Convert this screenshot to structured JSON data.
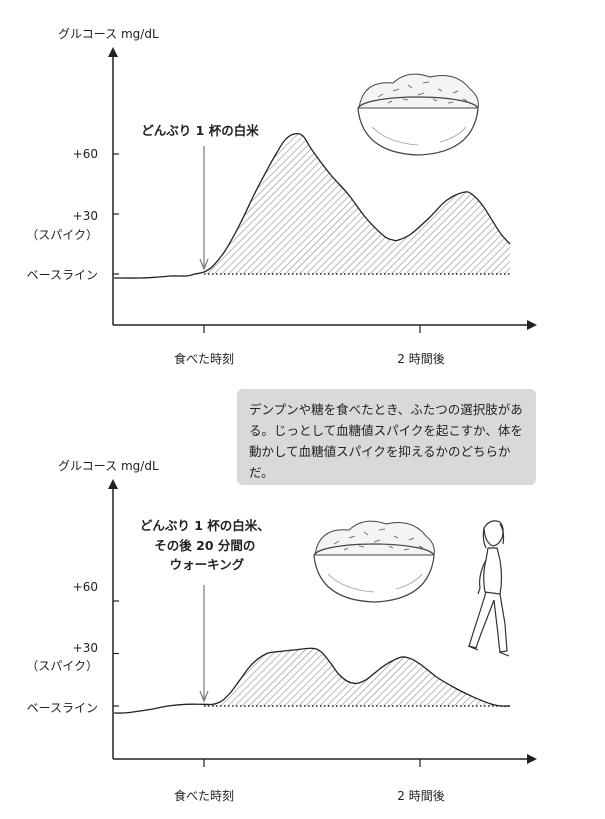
{
  "note": "デンプンや糖を食べたとき、ふたつの選択肢がある。じっとして血糖値スパイクを起こすか、体を動かして血糖値スパイクを抑えるかのどちらかだ。",
  "chart_data": [
    {
      "type": "area",
      "ylabel": "グルコース mg/dL",
      "yticks": [
        {
          "value": 60,
          "label": "+60"
        },
        {
          "value": 30,
          "label": "+30",
          "sublabel": "（スパイク）"
        },
        {
          "value": 0,
          "label": "ベースライン"
        }
      ],
      "ylim": [
        -25,
        100
      ],
      "xticks": [
        {
          "value": 0,
          "label": "食べた時刻"
        },
        {
          "value": 120,
          "label": "2 時間後"
        }
      ],
      "xlim": [
        -50,
        175
      ],
      "annotation": "どんぶり 1 杯の白米",
      "annotation_x": 0,
      "series": [
        {
          "x": [
            -50,
            -35,
            -25,
            -18,
            -10,
            -5,
            0,
            5,
            12,
            20,
            28,
            35,
            40,
            45,
            50,
            55,
            60,
            70,
            80,
            90,
            100,
            105,
            108,
            115,
            125,
            135,
            145,
            150,
            155,
            160,
            165,
            170
          ],
          "y": [
            -2,
            -2,
            -1.5,
            -1,
            -1,
            0,
            1,
            4,
            12,
            25,
            40,
            52,
            60,
            67,
            70,
            69,
            62,
            50,
            40,
            28,
            19,
            17,
            17,
            20,
            28,
            37,
            41,
            39,
            34,
            27,
            20,
            15
          ]
        }
      ],
      "baseline": 0,
      "image": "rice-bowl"
    },
    {
      "type": "area",
      "ylabel": "グルコース mg/dL",
      "yticks": [
        {
          "value": 60,
          "label": "+60"
        },
        {
          "value": 30,
          "label": "+30",
          "sublabel": "（スパイク）"
        },
        {
          "value": 0,
          "label": "ベースライン"
        }
      ],
      "ylim": [
        -25,
        100
      ],
      "xticks": [
        {
          "value": 0,
          "label": "食べた時刻"
        },
        {
          "value": 120,
          "label": "2 時間後"
        }
      ],
      "xlim": [
        -50,
        175
      ],
      "annotation": "どんぶり 1 杯の白米、\nその後 20 分間の\nウォーキング",
      "annotation_x": 0,
      "series": [
        {
          "x": [
            -50,
            -45,
            -40,
            -30,
            -20,
            -10,
            0,
            5,
            10,
            15,
            20,
            25,
            30,
            35,
            40,
            50,
            60,
            65,
            70,
            75,
            80,
            85,
            90,
            95,
            100,
            105,
            110,
            115,
            120,
            125,
            130,
            140,
            150,
            160,
            165,
            170
          ],
          "y": [
            -4,
            -4,
            -3.5,
            -2,
            0,
            1,
            1,
            1,
            3,
            8,
            15,
            22,
            27,
            30,
            31,
            32,
            33,
            31,
            25,
            18,
            14,
            13,
            15,
            19,
            23,
            26,
            28,
            27,
            24,
            20,
            16,
            10,
            5,
            1,
            0,
            0
          ]
        }
      ],
      "baseline": 0,
      "images": [
        "rice-bowl",
        "walking-person"
      ]
    }
  ]
}
